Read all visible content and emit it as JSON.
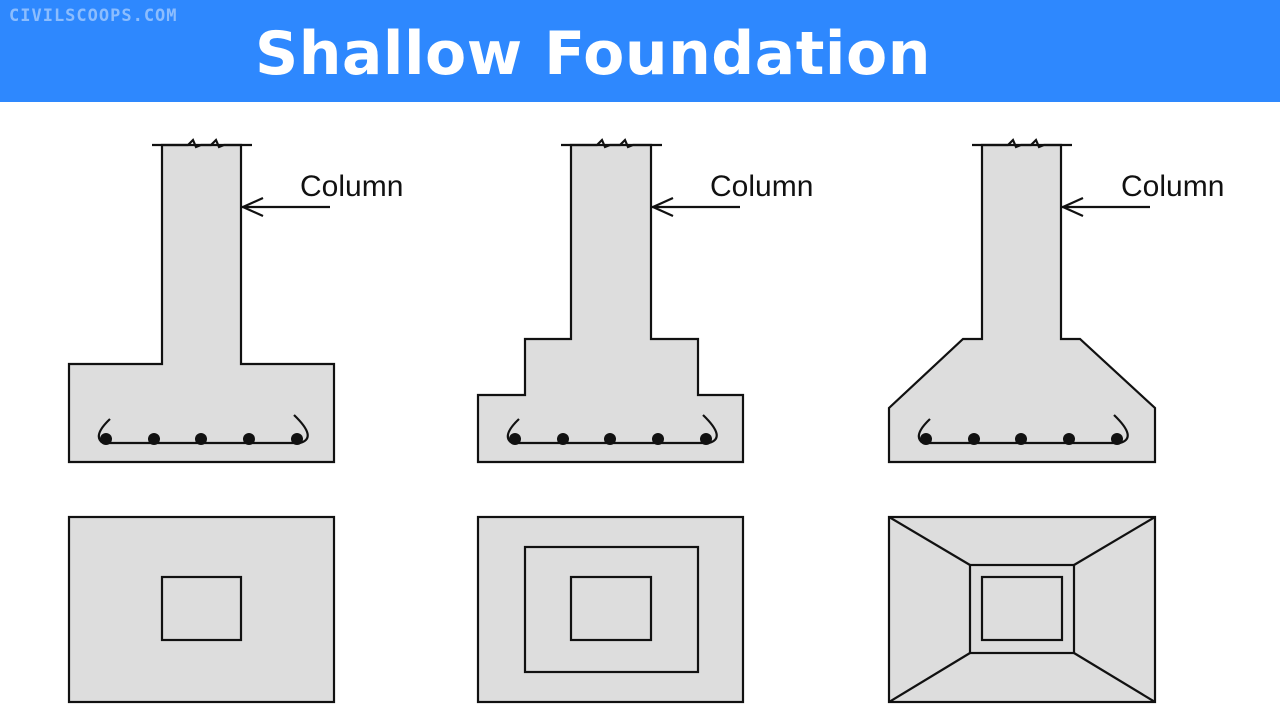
{
  "header": {
    "site_name": "CIVILSCOOPS.COM",
    "title": "Shallow Foundation",
    "background_color": "#2e88fe"
  },
  "diagram": {
    "fill_color": "#dddddd",
    "stroke_color": "#111111",
    "footings": [
      {
        "type": "isolated-flat",
        "section_label": "Column",
        "rebar_count": 5,
        "plan_view": "square-in-rectangle"
      },
      {
        "type": "stepped",
        "section_label": "Column",
        "rebar_count": 5,
        "plan_view": "nested-rectangles"
      },
      {
        "type": "sloped",
        "section_label": "Column",
        "rebar_count": 5,
        "plan_view": "truncated-pyramid"
      }
    ]
  }
}
